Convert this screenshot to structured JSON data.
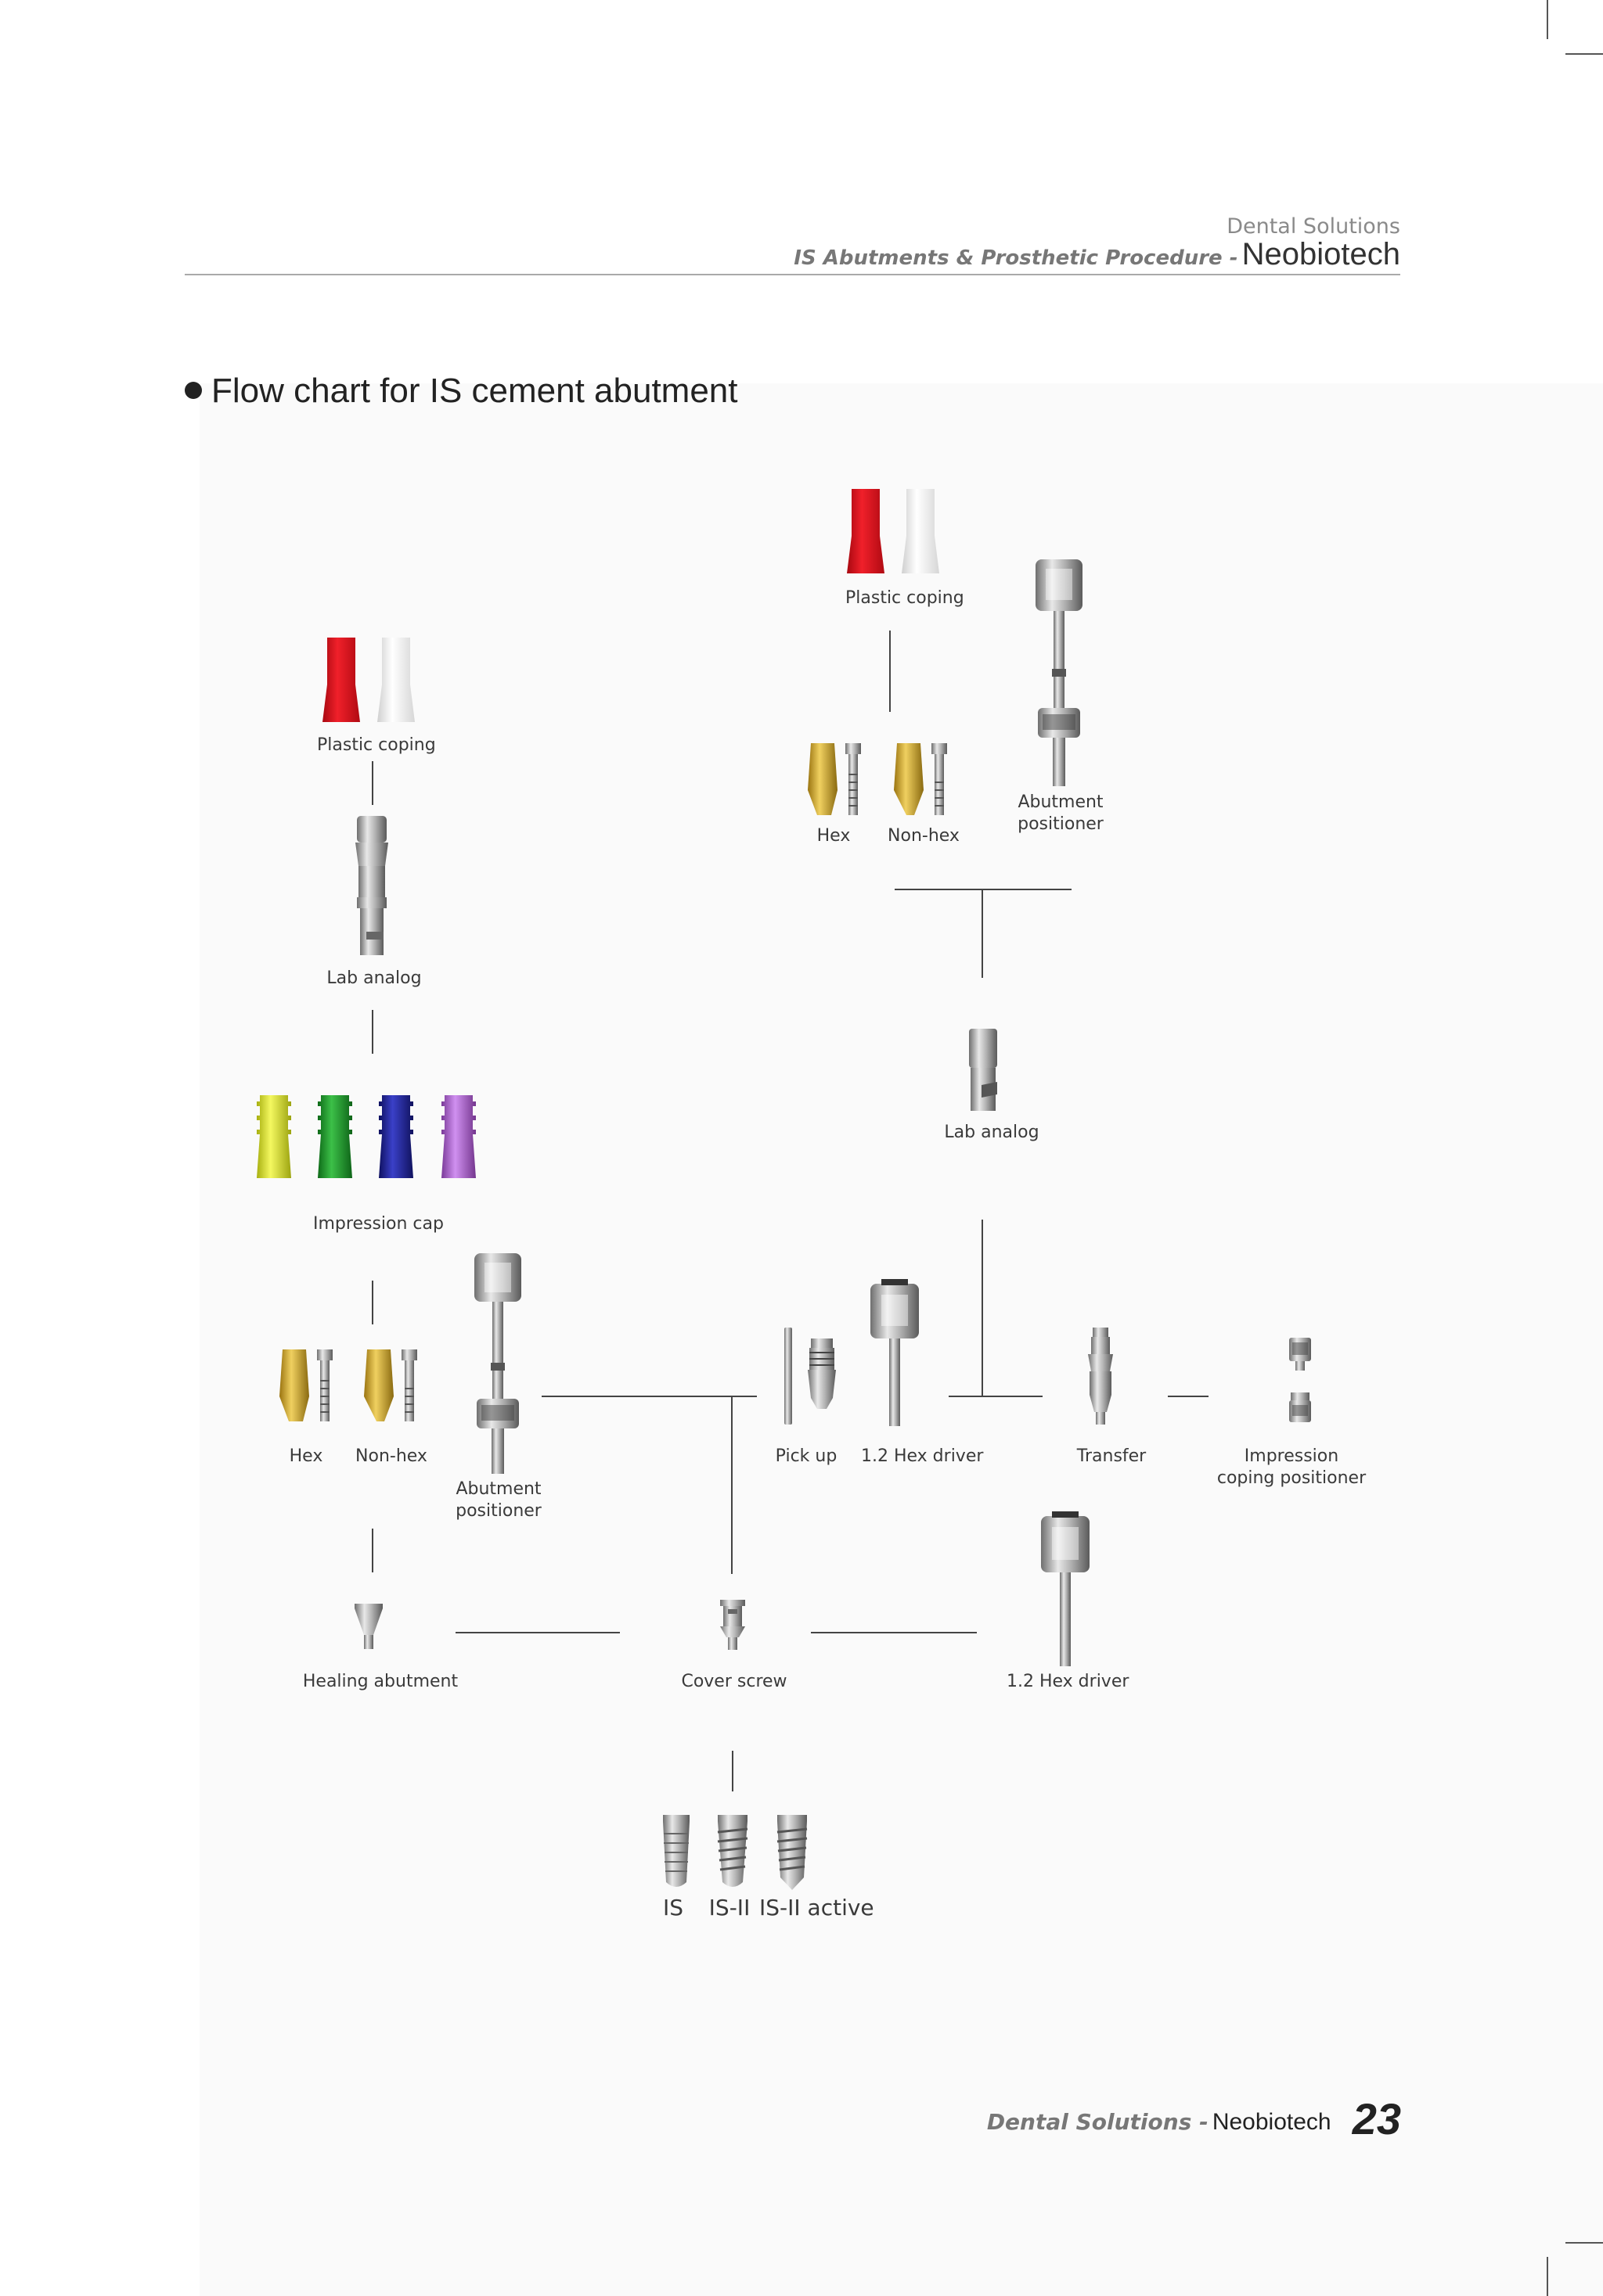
{
  "header": {
    "subtitle": "Dental Solutions",
    "section": "IS Abutments &  Prosthetic Procedure -",
    "brand": "Neobiotech"
  },
  "title": "Flow chart for IS cement abutment",
  "labels": {
    "plastic_coping_top": "Plastic coping",
    "plastic_coping_left": "Plastic coping",
    "hex_top": "Hex",
    "nonhex_top": "Non-hex",
    "abutment_positioner_top": "Abutment\npositioner",
    "lab_analog_left": "Lab analog",
    "lab_analog_right": "Lab analog",
    "impression_cap": "Impression cap",
    "hex_left": "Hex",
    "nonhex_left": "Non-hex",
    "abutment_positioner_left": "Abutment\npositioner",
    "pick_up": "Pick up",
    "hex_driver_mid": "1.2 Hex driver",
    "transfer": "Transfer",
    "impression_coping_positioner": "Impression\ncoping positioner",
    "healing_abutment": "Healing abutment",
    "cover_screw": "Cover screw",
    "hex_driver_bottom": "1.2 Hex driver",
    "implant_is": "IS",
    "implant_is2": "IS-II",
    "implant_is2_active": "IS-II active"
  },
  "footer": {
    "section": "Dental Solutions -",
    "brand": "Neobiotech",
    "page": "23"
  },
  "colors": {
    "coping_red": "#e0141c",
    "coping_white": "#ececec",
    "gold": "#d4a829",
    "cap_yellow": "#e5ec3c",
    "cap_green": "#1e9a2a",
    "cap_blue": "#22269a",
    "cap_purple": "#a860c8",
    "metal": "#b8b8b8"
  }
}
